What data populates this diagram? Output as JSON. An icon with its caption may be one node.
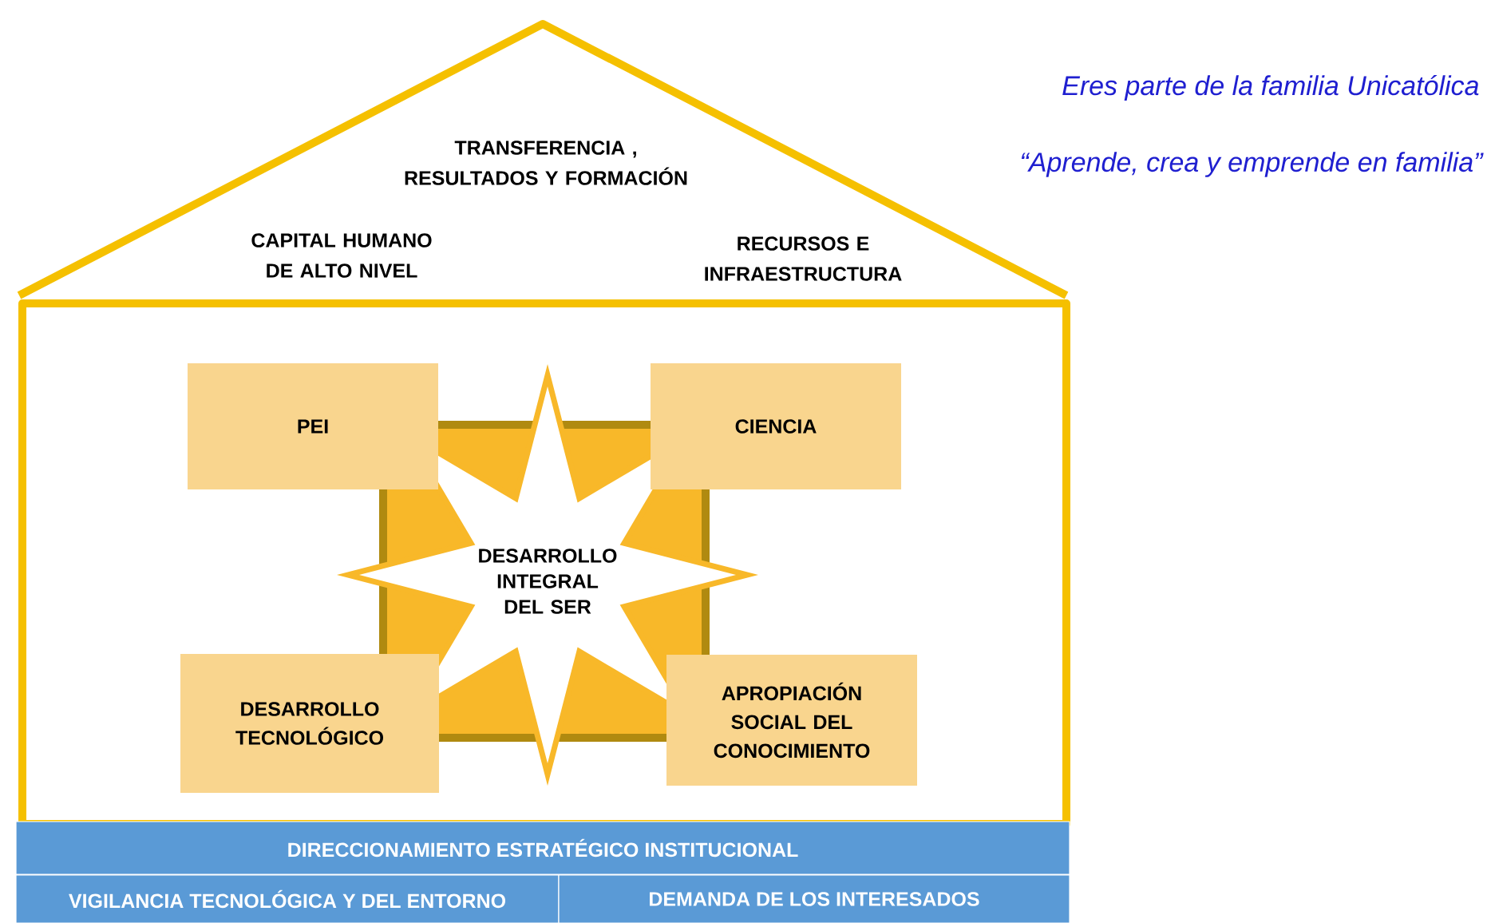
{
  "diagram": {
    "nodes": [
      {
        "text": [
          "PEI"
        ]
      },
      {
        "text": [
          "CIENCIA"
        ]
      },
      {
        "text": [
          "DESARROLLO INTEGRAL DEL SER"
        ]
      },
      {
        "text": [
          "DESARROLLO TECNOLÓGICO"
        ]
      },
      {
        "text": [
          "APROPIACIÓN SOCIAL DEL CONOCIMIENTO"
        ]
      },
      {
        "text": [
          "DIRECCIONAMIENTO ESTRATÉGICO INSTITUCIONAL"
        ]
      },
      {
        "text": [
          "VIGILANCIA TECNOLÓGICA Y DEL ENTORNO"
        ]
      },
      {
        "text": [
          "DEMANDA DE LOS INTERESADOS"
        ]
      }
    ],
    "labels": [
      "Eres parte de la familia Unicatólica",
      "TRANSFERENCIA , RESULTADOS Y FORMACIÓN",
      "“Aprende, crea y emprende en familia”",
      "CAPITAL HUMANO DE ALTO NIVEL",
      "RECURSOS E INFRAESTRUCTURA"
    ]
  }
}
